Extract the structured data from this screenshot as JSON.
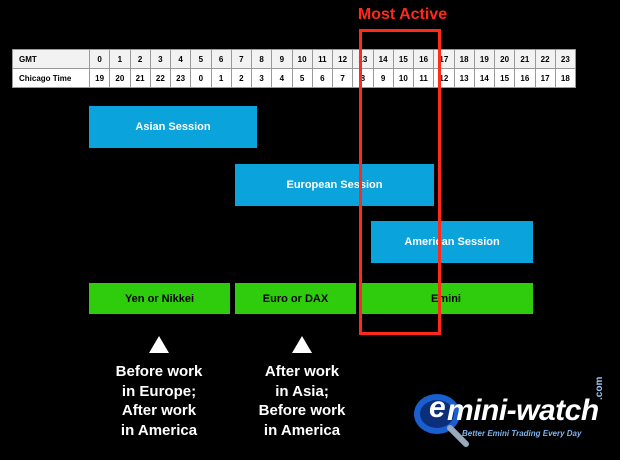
{
  "header": {
    "most_active": "Most Active"
  },
  "timeline": {
    "gmt_label": "GMT",
    "chicago_label": "Chicago Time",
    "gmt_hours": [
      "0",
      "1",
      "2",
      "3",
      "4",
      "5",
      "6",
      "7",
      "8",
      "9",
      "10",
      "11",
      "12",
      "13",
      "14",
      "15",
      "16",
      "17",
      "18",
      "19",
      "20",
      "21",
      "22",
      "23"
    ],
    "chicago_hours": [
      "19",
      "20",
      "21",
      "22",
      "23",
      "0",
      "1",
      "2",
      "3",
      "4",
      "5",
      "6",
      "7",
      "8",
      "9",
      "10",
      "11",
      "12",
      "13",
      "14",
      "15",
      "16",
      "17",
      "18"
    ]
  },
  "sessions": {
    "asian": "Asian Session",
    "european": "European Session",
    "american": "American Session"
  },
  "markets": {
    "yen": "Yen or Nikkei",
    "euro": "Euro or DAX",
    "emini": "Emini"
  },
  "notes": {
    "left": [
      "Before work",
      "in Europe;",
      "After work",
      "in America"
    ],
    "right": [
      "After work",
      "in Asia;",
      "Before work",
      "in America"
    ]
  },
  "logo": {
    "e": "e",
    "text": "mini-watch",
    "com": ".com",
    "tagline": "Better Emini Trading Every Day",
    "colors": {
      "accent": "#1a5fd0",
      "tag": "#7fb3ee"
    }
  },
  "colors": {
    "session": "#0aa3dc",
    "market": "#2ecc0c",
    "highlight": "#ff2a1a"
  }
}
